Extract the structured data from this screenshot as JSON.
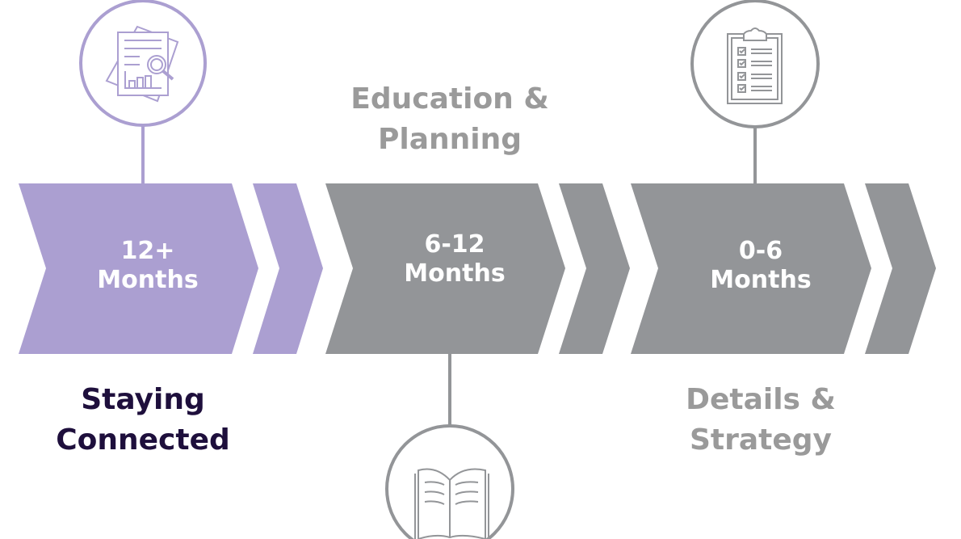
{
  "colors": {
    "active": "#ab9fd1",
    "inactive": "#939598",
    "active_text": "#1e0f3c",
    "inactive_text": "#9a9a9a"
  },
  "stages": [
    {
      "period_line1": "12+",
      "period_line2": "Months",
      "caption_line1": "Staying",
      "caption_line2": "Connected",
      "icon": "report-magnifier-icon",
      "active": true
    },
    {
      "period_line1": "6-12",
      "period_line2": "Months",
      "caption_line1": "Education &",
      "caption_line2": "Planning",
      "icon": "open-book-icon",
      "active": false
    },
    {
      "period_line1": "0-6",
      "period_line2": "Months",
      "caption_line1": "Details &",
      "caption_line2": "Strategy",
      "icon": "clipboard-checklist-icon",
      "active": false
    }
  ]
}
